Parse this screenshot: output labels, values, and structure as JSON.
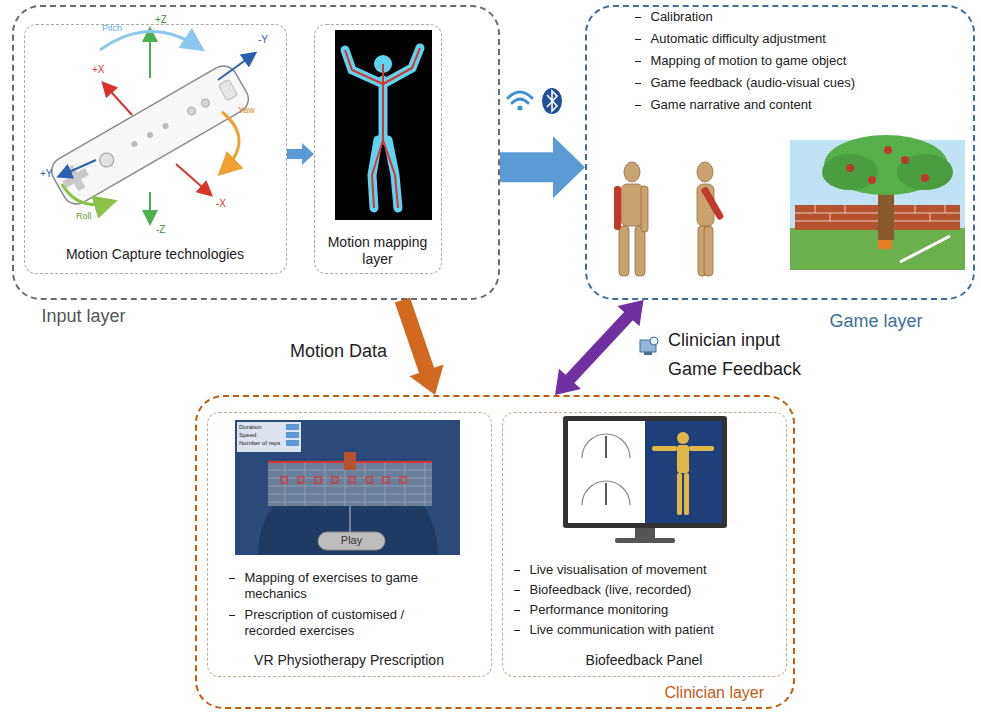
{
  "diagram": {
    "nodes": [
      {
        "text": [
          "Input layer"
        ]
      },
      {
        "text": [
          "Motion Capture technologies"
        ],
        "in": 0
      },
      {
        "text": [
          "Motion mapping layer"
        ],
        "in": 0
      },
      {
        "text": [
          "Calibration",
          "Automatic difficulty adjustment",
          "Mapping of motion to game object",
          "Game feedback (audio-visual cues)",
          "Game narrative and content",
          "Game layer"
        ]
      },
      {
        "text": [
          "Clinician layer"
        ]
      },
      {
        "text": [
          "Mapping of exercises to game mechanics",
          "Prescription of customised / recorded exercises",
          "VR Physiotherapy Prescription"
        ],
        "in": 4
      },
      {
        "text": [
          "Live visualisation of movement",
          "Biofeedback (live, recorded)",
          "Performance monitoring",
          "Live communication with patient",
          "Biofeedback Panel"
        ],
        "in": 4
      }
    ],
    "edges": [
      {
        "from": 1,
        "to": 2,
        "arrow": "to"
      },
      {
        "from": 0,
        "to": 3,
        "arrow": "to"
      },
      {
        "from": 0,
        "to": 4,
        "label": "Motion Data",
        "arrow": "to"
      },
      {
        "from": 4,
        "to": 3,
        "label": "Clinician input Game Feedback",
        "arrow": "both"
      }
    ],
    "labels": [
      "+Z",
      "-Y",
      "+X",
      "Pitch",
      "Yaw",
      "-X",
      "+Y",
      "Roll",
      "-Z",
      "Duration",
      "Speed",
      "Number of reps",
      "Play"
    ]
  }
}
